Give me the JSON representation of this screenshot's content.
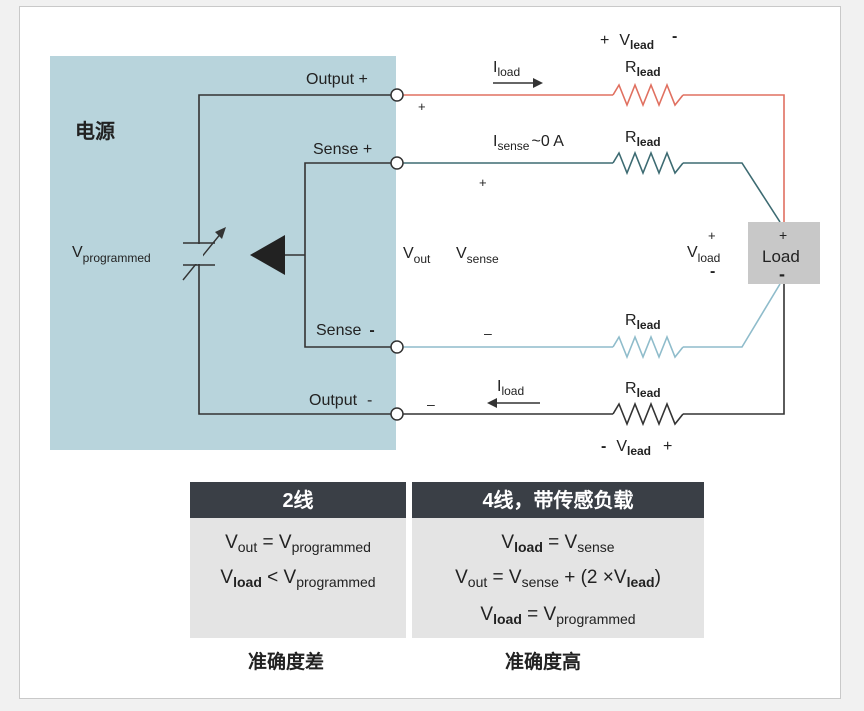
{
  "colors": {
    "supply_box": "#b8d4dc",
    "load_box": "#c8c8c8",
    "wire_dark": "#333333",
    "wire_output_plus": "#e07060",
    "wire_sense_plus": "#3d6b72",
    "wire_sense_minus": "#8fbccb",
    "table_header": "#3a3f46",
    "table_body": "#e4e4e4"
  },
  "supply": {
    "title": "电源"
  },
  "terminals": {
    "output_plus": "Output +",
    "sense_plus": "Sense +",
    "sense_minus_text": "Sense",
    "sense_minus_sign": "-",
    "output_minus_text": "Output",
    "output_minus_sign": "-"
  },
  "source": {
    "v": "V",
    "sub": "programmed"
  },
  "measure": {
    "vout_v": "V",
    "vout_sub": "out",
    "vsense_v": "V",
    "vsense_sub": "sense"
  },
  "wires": {
    "iload_top_i": "I",
    "iload_top_sub": "load",
    "isense_i": "I",
    "isense_sub": "sense",
    "isense_tail": "~0 A",
    "iload_bottom_i": "I",
    "iload_bottom_sub": "load",
    "plus_sign": "+",
    "minus_sign": "–"
  },
  "resistor": {
    "r": "R",
    "sub": "lead"
  },
  "vlead_top": {
    "plus": "+",
    "v": "V",
    "sub": "lead",
    "minus": "-"
  },
  "vlead_bottom": {
    "minus": "-",
    "v": "V",
    "sub": "lead",
    "plus": "+"
  },
  "load": {
    "plus": "+",
    "label": "Load",
    "minus": "-"
  },
  "vload_side": {
    "plus": "+",
    "v": "V",
    "sub": "load",
    "minus": "-"
  },
  "table": {
    "two_wire": {
      "header": "2线",
      "eq1": {
        "a": "V",
        "a_sub": "out",
        "op": " = ",
        "b": "V",
        "b_sub": "programmed"
      },
      "eq2": {
        "a": "V",
        "a_sub": "load",
        "op": " < ",
        "b": "V",
        "b_sub": "programmed"
      },
      "caption": "准确度差"
    },
    "four_wire": {
      "header": "4线，带传感负载",
      "eq1": {
        "a": "V",
        "a_sub": "load",
        "op": " = ",
        "b": "V",
        "b_sub": "sense"
      },
      "eq2": {
        "a": "V",
        "a_sub": "out",
        "op": " = ",
        "b": "V",
        "b_sub": "sense",
        "mid": " + (2 ×",
        "c": "V",
        "c_sub": "lead",
        "end": ")"
      },
      "eq3": {
        "a": "V",
        "a_sub": "load",
        "op": " = ",
        "b": "V",
        "b_sub": "programmed"
      },
      "caption": "准确度高"
    }
  }
}
